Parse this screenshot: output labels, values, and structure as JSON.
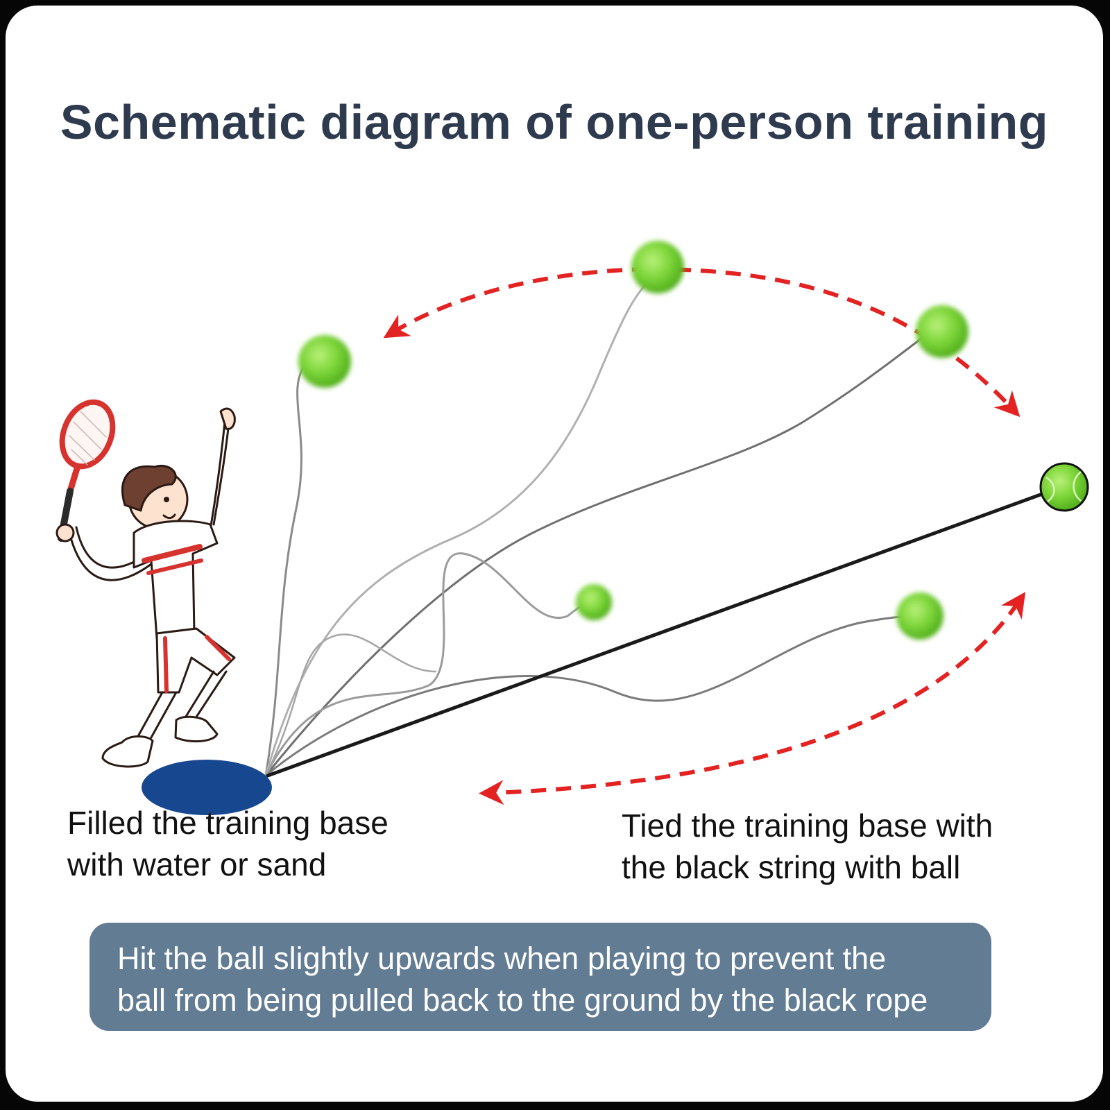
{
  "title": "Schematic diagram of one-person training",
  "captions": {
    "left": [
      "Filled the training base",
      "with water or sand"
    ],
    "right": [
      "Tied the training base with",
      "the black string with ball"
    ]
  },
  "tip": [
    "Hit the ball slightly upwards when playing to prevent the",
    "ball from being pulled back to the ground by the black rope"
  ],
  "colors": {
    "title": "#2e3a4d",
    "arrow": "#e32222",
    "ball": "#7ed63a",
    "base": "#17488f",
    "tip_box": "#627c94",
    "string": "#1a1a1a"
  }
}
